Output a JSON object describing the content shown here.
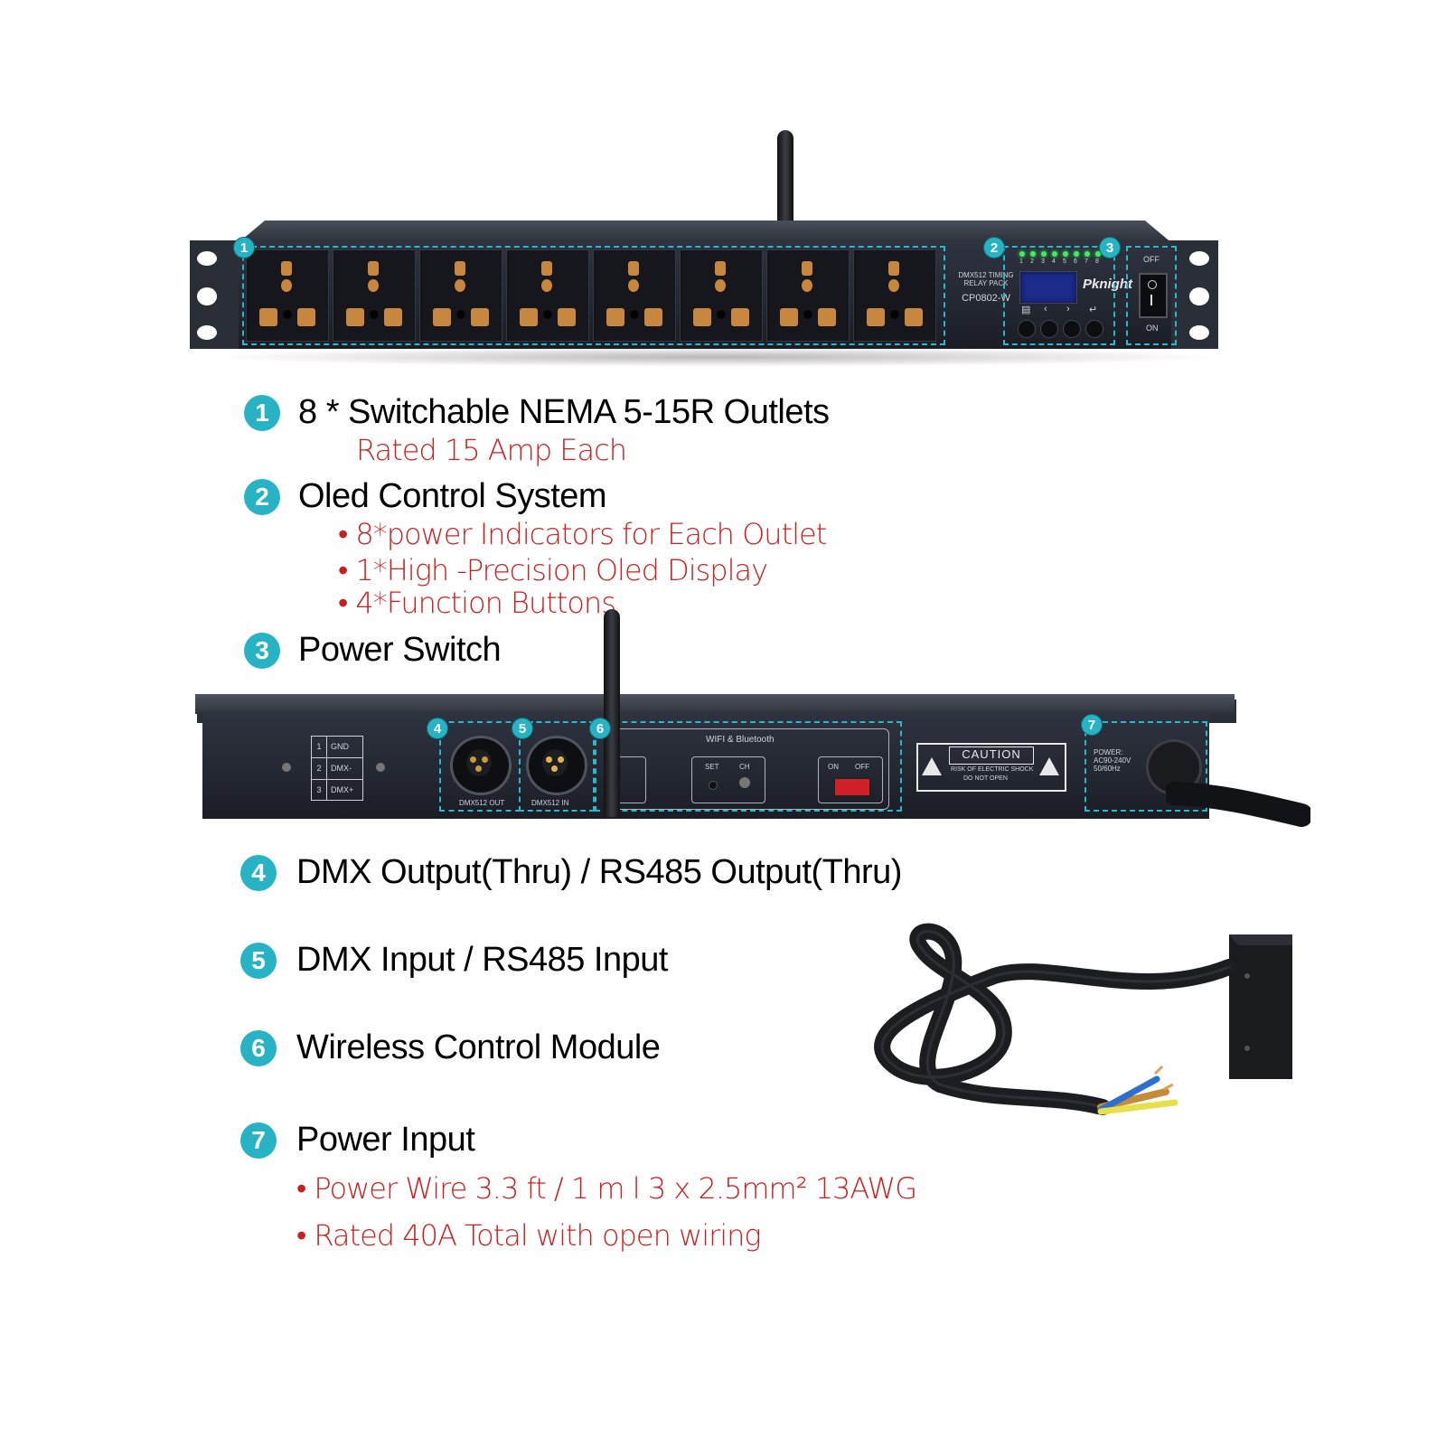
{
  "front_panel": {
    "model_line1": "DMX512 TIMING",
    "model_line2": "RELAY PACK",
    "model_code": "CP0802-W",
    "brand": "Pknight",
    "led_numbers": [
      "1",
      "2",
      "3",
      "4",
      "5",
      "6",
      "7",
      "8"
    ],
    "switch_off": "OFF",
    "switch_on": "ON",
    "button_glyphs": [
      "▤",
      "‹",
      "›",
      "↵"
    ]
  },
  "rear_panel": {
    "pin_table": [
      {
        "pin": "1",
        "signal": "GND"
      },
      {
        "pin": "2",
        "signal": "DMX-"
      },
      {
        "pin": "3",
        "signal": "DMX+"
      }
    ],
    "dmx_out_label": "DMX512 OUT",
    "dmx_in_label": "DMX512 IN",
    "wireless_title": "WIFI & Bluetooth",
    "set_label": "SET",
    "ch_label": "CH",
    "on_label": "ON",
    "off_label": "OFF",
    "caution_title": "CAUTION",
    "caution_line1": "RISK OF ELECTRIC SHOCK",
    "caution_line2": "DO NOT OPEN",
    "power_line1": "POWER:",
    "power_line2": "AC90-240V",
    "power_line3": "50/60Hz"
  },
  "features": [
    {
      "num": "1",
      "title": "8 * Switchable NEMA 5-15R Outlets",
      "details": [
        "Rated 15 Amp Each"
      ]
    },
    {
      "num": "2",
      "title": "Oled Control System",
      "details": [
        "• 8*power Indicators for Each Outlet",
        "• 1*High -Precision Oled Display",
        "• 4*Function Buttons"
      ]
    },
    {
      "num": "3",
      "title": "Power Switch",
      "details": []
    },
    {
      "num": "4",
      "title": "DMX Output(Thru) / RS485 Output(Thru)",
      "details": []
    },
    {
      "num": "5",
      "title": "DMX Input / RS485 Input",
      "details": []
    },
    {
      "num": "6",
      "title": "Wireless Control Module",
      "details": []
    },
    {
      "num": "7",
      "title": "Power Input",
      "details": [
        "• Power Wire 3.3 ft / 1 m l  3 x 2.5mm²  13AWG",
        "• Rated 40A Total with open wiring"
      ]
    }
  ],
  "colors": {
    "accent": "#27b3c3",
    "detail_text": "#cc1f1f",
    "chassis": "#23272f"
  }
}
